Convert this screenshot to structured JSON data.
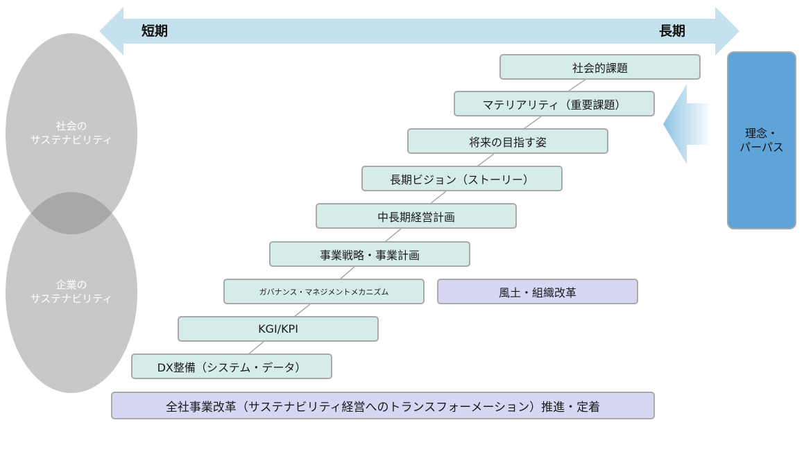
{
  "timeline": {
    "short_label": "短期",
    "long_label": "長期"
  },
  "circles": {
    "society": "社会の\nサステナビリティ",
    "company": "企業の\nサステナビリティ"
  },
  "purpose": {
    "label": "理念・\nパーパス"
  },
  "steps": [
    "社会的課題",
    "マテリアリティ（重要課題）",
    "将来の目指す姿",
    "長期ビジョン（ストーリー）",
    "中長期経営計画",
    "事業戦略・事業計画",
    "ガバナンス・マネジメントメカニズム",
    "KGI/KPI",
    "DX整備（システム・データ）"
  ],
  "culture": "風土・組織改革",
  "transformation": "全社事業改革（サステナビリティ経営へのトランスフォーメーション）推進・定着",
  "colors": {
    "arrow": "#c5e1ed",
    "circle": "#c8c8c8",
    "step_fill": "#d5ece8",
    "lavender_fill": "#d7d7f4",
    "purpose_fill": "#5ea4d8"
  }
}
